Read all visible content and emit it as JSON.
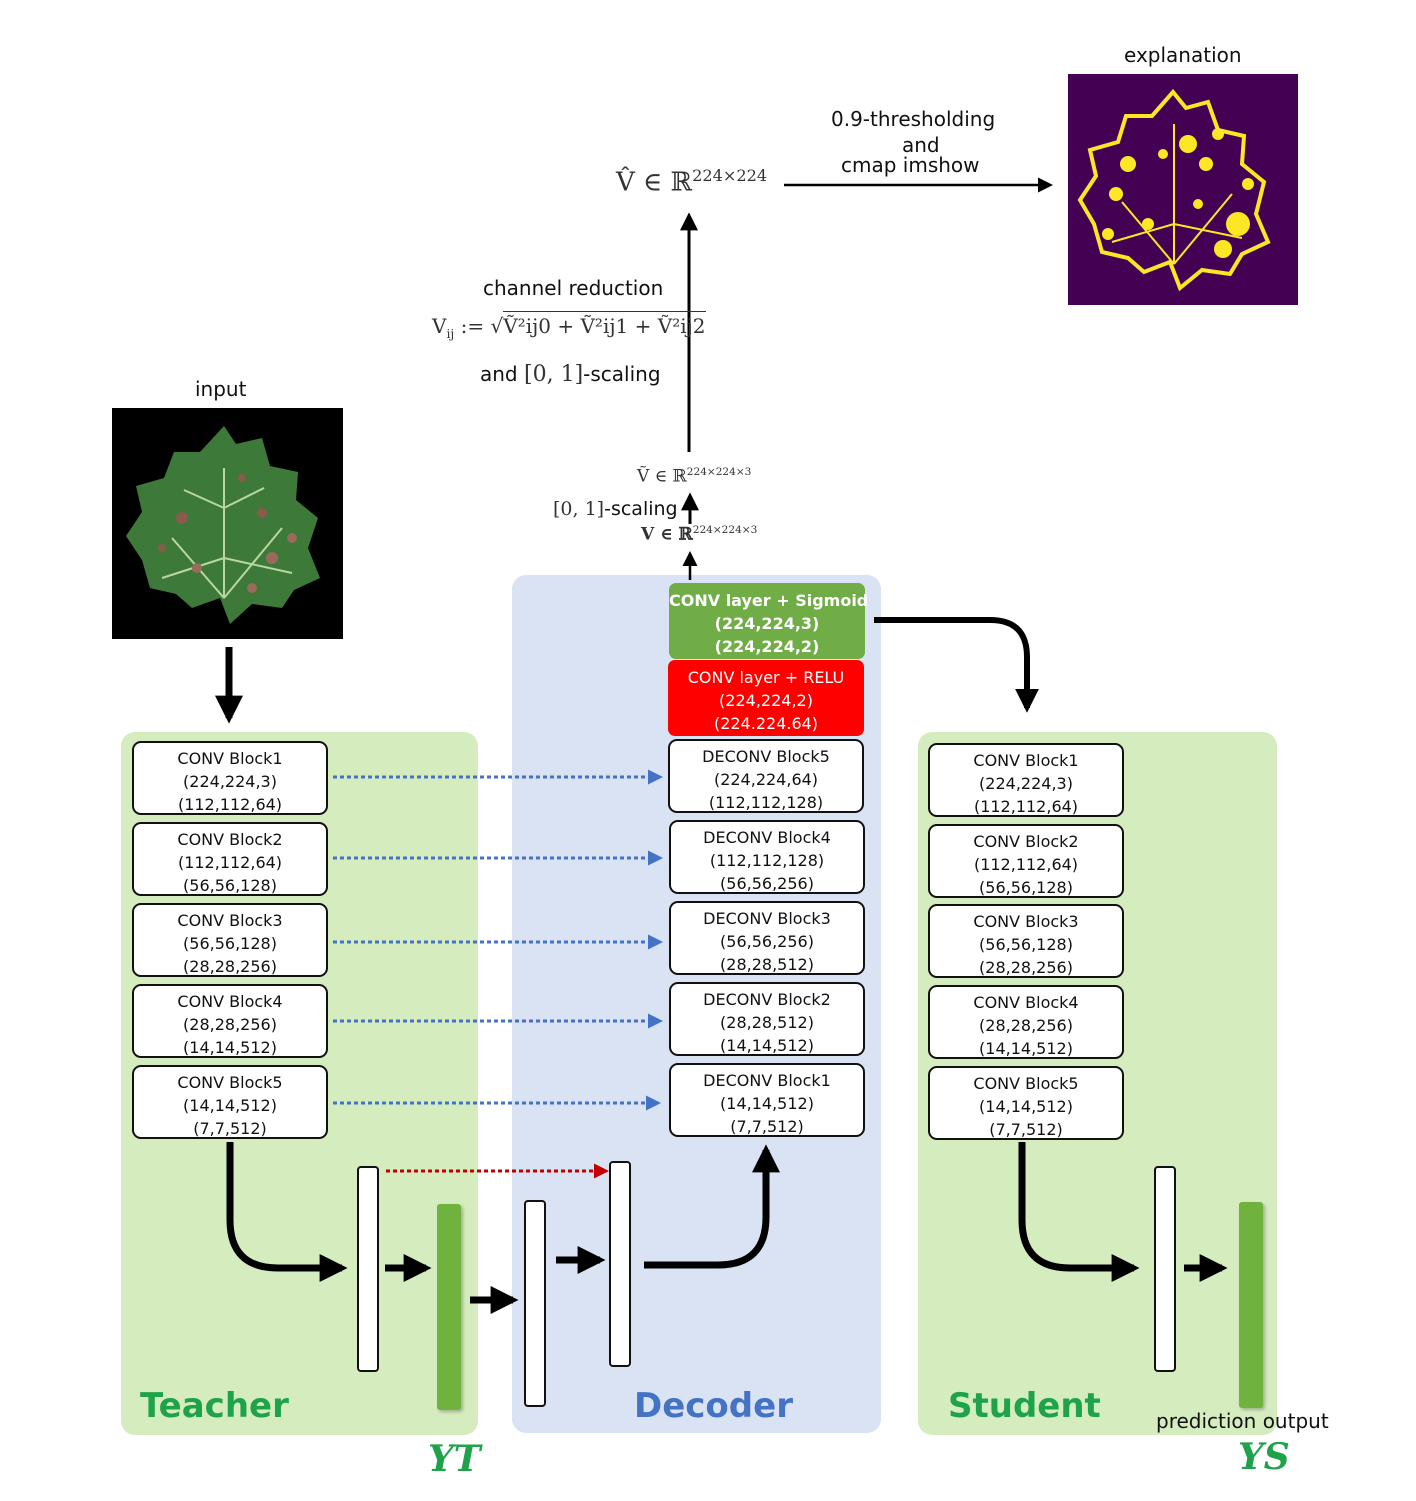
{
  "input": {
    "label": "input"
  },
  "explanation": {
    "label": "explanation"
  },
  "threshold_text": {
    "line1": "0.9-thresholding",
    "line2": "and",
    "line3": "cmap imshow"
  },
  "vhat": {
    "text": "V̂ ∈ ℝ",
    "sup": "224×224"
  },
  "channel_reduction": {
    "title": "channel reduction",
    "formula_lhs": "V",
    "formula_lhs_sub": "ij",
    "formula_assign": ":=",
    "formula_body": "Ṽ²ij0 + Ṽ²ij1 + Ṽ²ij2",
    "scaling_prefix": "and",
    "scaling_interval": "[0, 1]",
    "scaling_suffix": "-scaling"
  },
  "vtilde": {
    "text": "Ṽ ∈ ℝ",
    "sup": "224×224×3"
  },
  "scaling01": {
    "interval": "[0, 1]",
    "suffix": "-scaling"
  },
  "vraw": {
    "text": "V ∈ ℝ",
    "sup": "224×224×3"
  },
  "teacher": {
    "label": "Teacher",
    "output_label": "YT",
    "blocks": [
      {
        "name": "CONV Block1",
        "in": "(224,224,3)",
        "out": "(112,112,64)"
      },
      {
        "name": "CONV Block2",
        "in": "(112,112,64)",
        "out": "(56,56,128)"
      },
      {
        "name": "CONV Block3",
        "in": "(56,56,128)",
        "out": "(28,28,256)"
      },
      {
        "name": "CONV Block4",
        "in": "(28,28,256)",
        "out": "(14,14,512)"
      },
      {
        "name": "CONV Block5",
        "in": "(14,14,512)",
        "out": "(7,7,512)"
      }
    ]
  },
  "decoder": {
    "label": "Decoder",
    "sigmoid_layer": {
      "name": "CONV layer + Sigmoid",
      "in": "(224,224,3)",
      "out": "(224,224,2)"
    },
    "relu_layer": {
      "name": "CONV layer + RELU",
      "in": "(224,224,2)",
      "out": "(224.224.64)"
    },
    "blocks": [
      {
        "name": "DECONV Block5",
        "in": "(224,224,64)",
        "out": "(112,112,128)"
      },
      {
        "name": "DECONV Block4",
        "in": "(112,112,128)",
        "out": "(56,56,256)"
      },
      {
        "name": "DECONV Block3",
        "in": "(56,56,256)",
        "out": "(28,28,512)"
      },
      {
        "name": "DECONV Block2",
        "in": "(28,28,512)",
        "out": "(14,14,512)"
      },
      {
        "name": "DECONV Block1",
        "in": "(14,14,512)",
        "out": "(7,7,512)"
      }
    ]
  },
  "student": {
    "label": "Student",
    "output_label": "YS",
    "prediction_label": "prediction output",
    "blocks": [
      {
        "name": "CONV Block1",
        "in": "(224,224,3)",
        "out": "(112,112,64)"
      },
      {
        "name": "CONV Block2",
        "in": "(112,112,64)",
        "out": "(56,56,128)"
      },
      {
        "name": "CONV Block3",
        "in": "(56,56,128)",
        "out": "(28,28,256)"
      },
      {
        "name": "CONV Block4",
        "in": "(28,28,256)",
        "out": "(14,14,512)"
      },
      {
        "name": "CONV Block5",
        "in": "(14,14,512)",
        "out": "(7,7,512)"
      }
    ]
  },
  "colors": {
    "teacher_panel": "#d5ecbf",
    "decoder_panel": "#d9e3f4",
    "sigmoid_layer": "#70ad47",
    "relu_layer": "#ff0000",
    "skip_arrow": "#4472c4",
    "latent_skip_arrow": "#c00000",
    "teacher_label": "#1fa34a",
    "decoder_label": "#4472c4",
    "explanation_bg": "#440154",
    "explanation_fg": "#fde725"
  }
}
